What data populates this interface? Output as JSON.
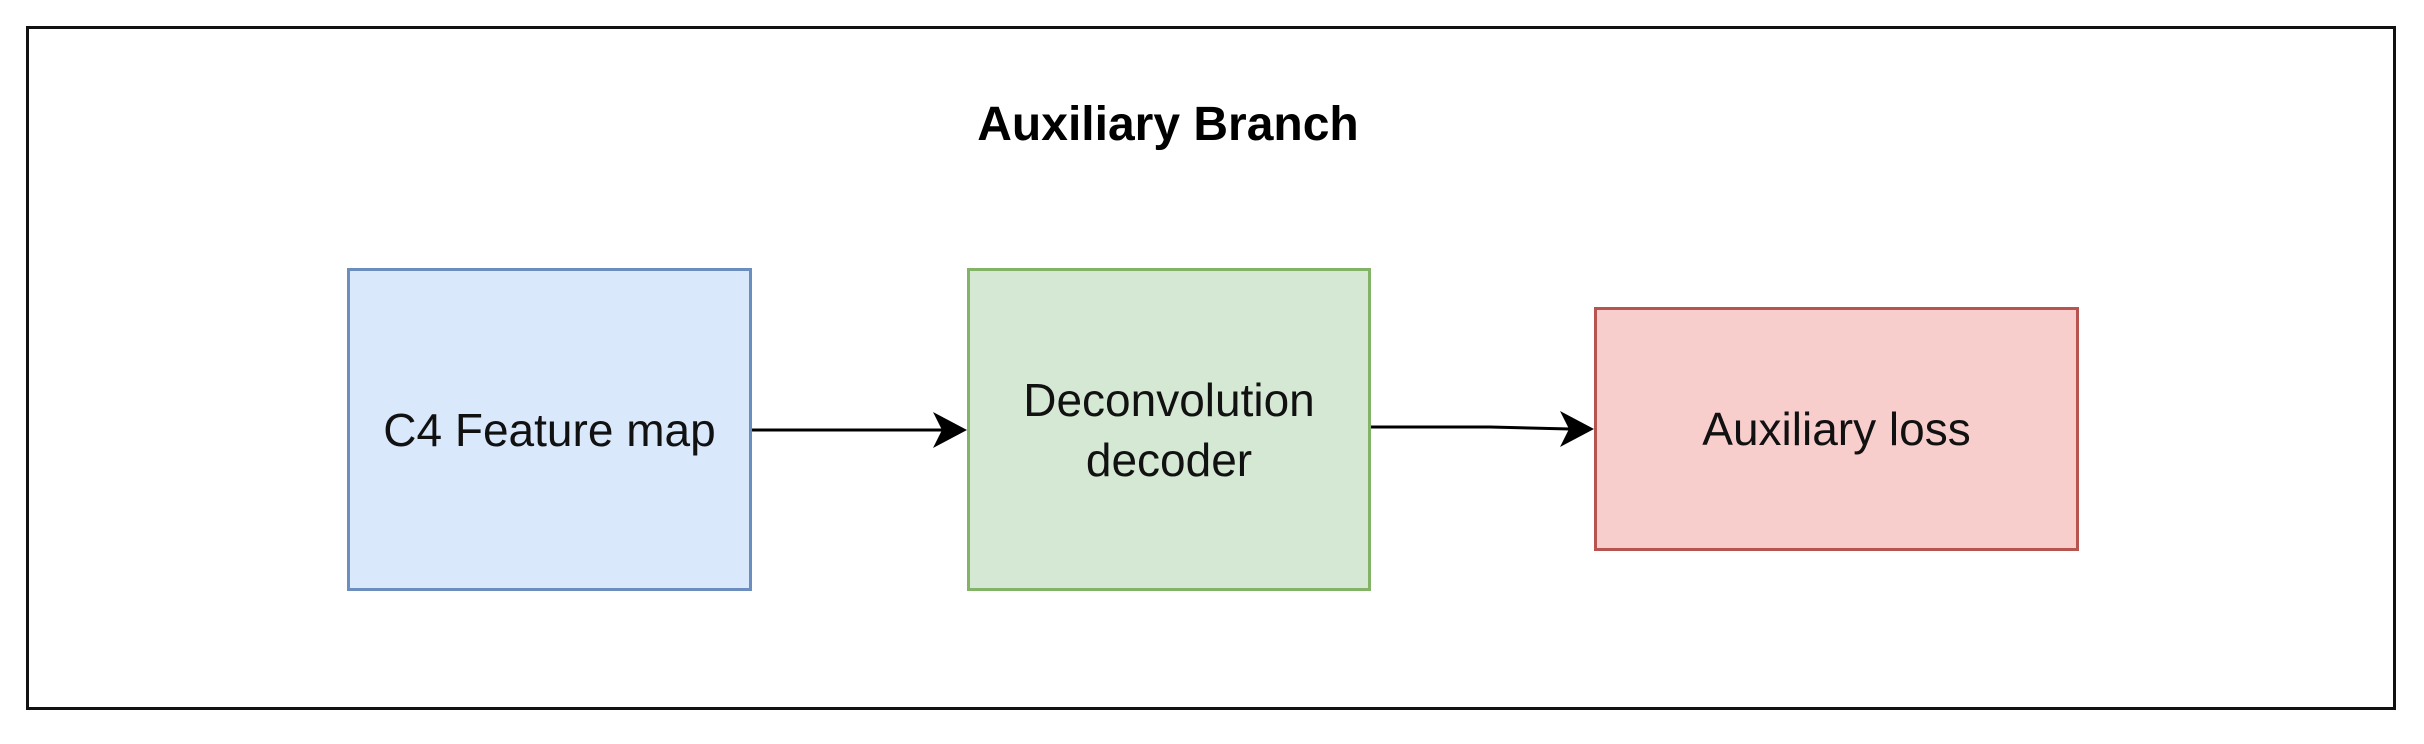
{
  "diagram": {
    "title": "Auxiliary Branch",
    "nodes": [
      {
        "id": "c4-feature-map",
        "label": "C4 Feature map",
        "fill": "#dae8fc",
        "stroke": "#6c8ebf"
      },
      {
        "id": "deconvolution-decoder",
        "label": "Deconvolution\ndecoder",
        "fill": "#d5e8d4",
        "stroke": "#82b366"
      },
      {
        "id": "auxiliary-loss",
        "label": "Auxiliary loss",
        "fill": "#f8cecc",
        "stroke": "#b85450"
      }
    ],
    "edges": [
      {
        "from": "c4-feature-map",
        "to": "deconvolution-decoder"
      },
      {
        "from": "deconvolution-decoder",
        "to": "auxiliary-loss"
      }
    ],
    "colors": {
      "frame": "#111111",
      "edge": "#000000"
    }
  }
}
